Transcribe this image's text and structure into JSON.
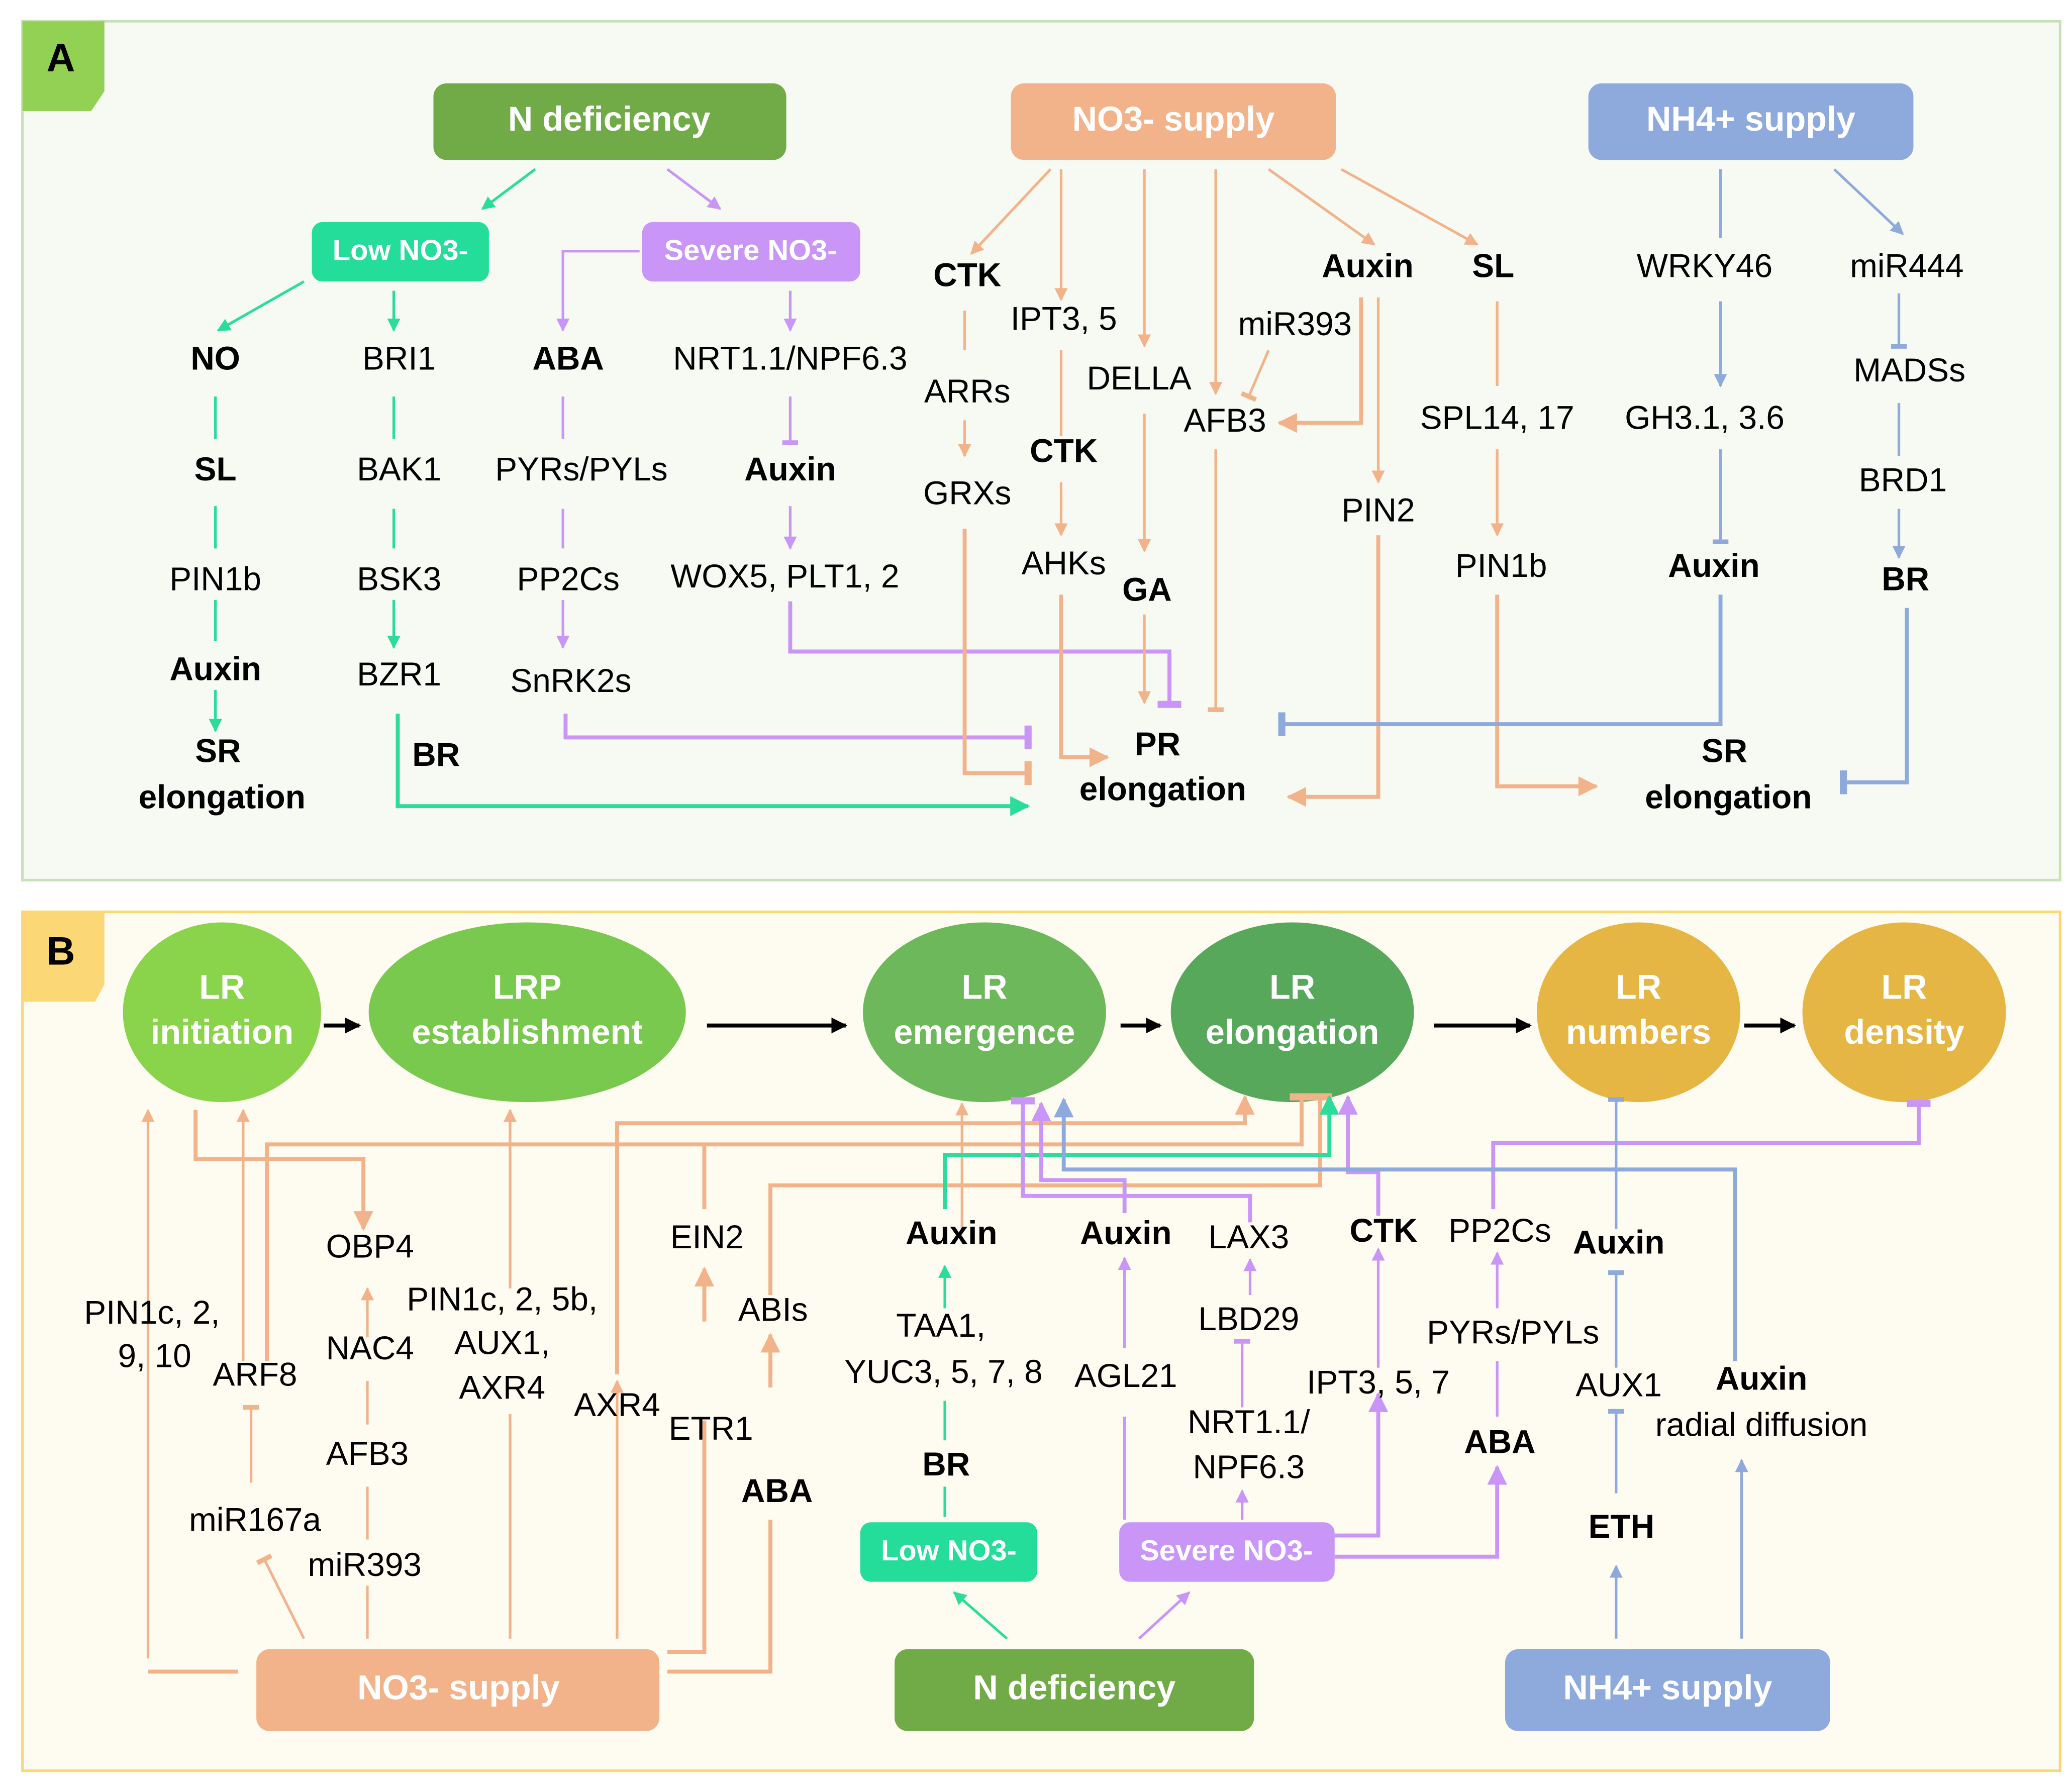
{
  "panel_a": {
    "label": "A",
    "sources": {
      "n_deficiency": "N deficiency",
      "no3_supply": "NO3- supply",
      "nh4_supply": "NH4+ supply"
    },
    "sub": {
      "low_no3": "Low NO3-",
      "severe_no3": "Severe NO3-"
    },
    "nodes": {
      "no": "NO",
      "sl": "SL",
      "pin1b": "PIN1b",
      "auxin1": "Auxin",
      "sr1a": "SR",
      "sr1b": "elongation",
      "bri1": "BRI1",
      "bak1": "BAK1",
      "bsk3": "BSK3",
      "bzr1": "BZR1",
      "br1": "BR",
      "aba": "ABA",
      "pyrs": "PYRs/PYLs",
      "pp2cs": "PP2Cs",
      "snrk2s": "SnRK2s",
      "nrt": "NRT1.1/NPF6.3",
      "auxin2": "Auxin",
      "wox": "WOX5, PLT1, 2",
      "ctk1": "CTK",
      "arrs": "ARRs",
      "grxs": "GRXs",
      "ipt": "IPT3, 5",
      "ctk2": "CTK",
      "ahks": "AHKs",
      "della": "DELLA",
      "ga": "GA",
      "mir393": "miR393",
      "afb3": "AFB3",
      "auxin3": "Auxin",
      "pin2": "PIN2",
      "sl2": "SL",
      "spl": "SPL14, 17",
      "pin1b2": "PIN1b",
      "pr_a": "PR",
      "pr_b": "elongation",
      "wrky": "WRKY46",
      "gh3": "GH3.1, 3.6",
      "auxin4": "Auxin",
      "mir444": "miR444",
      "madss": "MADSs",
      "brd1": "BRD1",
      "br2": "BR",
      "sr2a": "SR",
      "sr2b": "elongation"
    }
  },
  "panel_b": {
    "label": "B",
    "stages": [
      {
        "l1": "LR",
        "l2": "initiation",
        "color": "#8ad44c"
      },
      {
        "l1": "LRP",
        "l2": "establishment",
        "color": "#78c94d"
      },
      {
        "l1": "LR",
        "l2": "emergence",
        "color": "#6db85a"
      },
      {
        "l1": "LR",
        "l2": "elongation",
        "color": "#57a85a"
      },
      {
        "l1": "LR",
        "l2": "numbers",
        "color": "#e5b644"
      },
      {
        "l1": "LR",
        "l2": "density",
        "color": "#e5b644"
      }
    ],
    "sources": {
      "no3_supply": "NO3- supply",
      "n_deficiency": "N deficiency",
      "nh4_supply": "NH4+ supply",
      "low_no3": "Low NO3-",
      "severe_no3": "Severe NO3-"
    },
    "nodes": {
      "pin1c_a": "PIN1c, 2,",
      "pin1c_b": "9, 10",
      "arf8": "ARF8",
      "mir167a": "miR167a",
      "obp4": "OBP4",
      "nac4": "NAC4",
      "afb3": "AFB3",
      "mir393": "miR393",
      "pin_a": "PIN1c, 2, 5b,",
      "pin_b": "AUX1,",
      "pin_c": "AXR4",
      "axr4": "AXR4",
      "ein2": "EIN2",
      "etr1": "ETR1",
      "abis": "ABIs",
      "aba": "ABA",
      "auxin1": "Auxin",
      "taa_a": "TAA1,",
      "taa_b": "YUC3, 5, 7, 8",
      "br": "BR",
      "auxin2": "Auxin",
      "agl21": "AGL21",
      "lax3": "LAX3",
      "lbd29": "LBD29",
      "nrt_a": "NRT1.1/",
      "nrt_b": "NPF6.3",
      "ctk": "CTK",
      "ipt": "IPT3, 5, 7",
      "pp2cs": "PP2Cs",
      "pyrs": "PYRs/PYLs",
      "aba2": "ABA",
      "auxin3": "Auxin",
      "aux1": "AUX1",
      "eth": "ETH",
      "auxin4": "Auxin",
      "radial": "radial diffusion"
    }
  },
  "colors": {
    "green_arrow": "#2bdc9a",
    "purple": "#c995f7",
    "orange": "#f2b38a",
    "blue": "#8ea9dc",
    "n_def": "#70ab47",
    "panel_a_border": "#c8e2b8",
    "panel_b_border": "#fcd776"
  }
}
